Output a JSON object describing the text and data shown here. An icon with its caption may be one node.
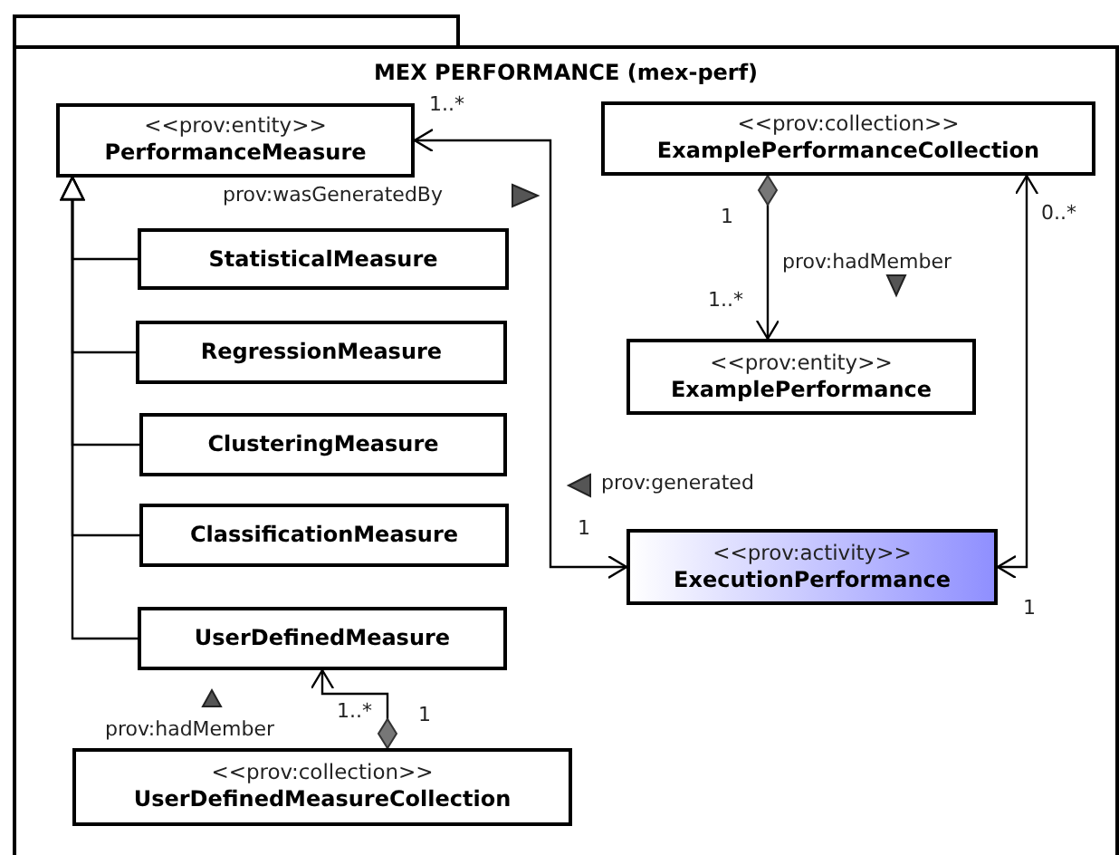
{
  "diagram": {
    "nodes": [
      {
        "text": [
          "MEX PERFORMANCE (mex-perf)"
        ]
      },
      {
        "text": [
          "<<prov:entity>>",
          "PerformanceMeasure"
        ],
        "in": 0
      },
      {
        "text": [
          "<<prov:collection>>",
          "ExamplePerformanceCollection"
        ],
        "in": 0
      },
      {
        "text": [
          "StatisticalMeasure"
        ],
        "in": 0
      },
      {
        "text": [
          "RegressionMeasure"
        ],
        "in": 0
      },
      {
        "text": [
          "ClusteringMeasure"
        ],
        "in": 0
      },
      {
        "text": [
          "ClassificationMeasure"
        ],
        "in": 0
      },
      {
        "text": [
          "<<prov:entity>>",
          "ExamplePerformance"
        ],
        "in": 0
      },
      {
        "text": [
          "<<prov:activity>>",
          "ExecutionPerformance"
        ],
        "in": 0
      },
      {
        "text": [
          "UserDefinedMeasure"
        ],
        "in": 0
      },
      {
        "text": [
          "<<prov:collection>>",
          "UserDefinedMeasureCollection"
        ],
        "in": 0
      }
    ],
    "edges": [
      {
        "from": 3,
        "to": 1,
        "arrow": "to"
      },
      {
        "from": 4,
        "to": 1,
        "arrow": "to"
      },
      {
        "from": 5,
        "to": 1,
        "arrow": "to"
      },
      {
        "from": 6,
        "to": 1,
        "arrow": "to"
      },
      {
        "from": 9,
        "to": 1,
        "arrow": "to"
      },
      {
        "from": 8,
        "to": 1,
        "arrow": "both",
        "label": "prov:wasGeneratedBy"
      },
      {
        "from": 2,
        "to": 7,
        "arrow": "to",
        "label": "prov:hadMember"
      },
      {
        "from": 8,
        "to": 2,
        "arrow": "both"
      },
      {
        "from": 10,
        "to": 9,
        "arrow": "to",
        "label": "prov:hadMember"
      }
    ],
    "labels": [
      "1..*",
      "1",
      "0..*",
      "1..*",
      "prov:generated",
      "1",
      "1",
      "1..*",
      "1"
    ]
  }
}
